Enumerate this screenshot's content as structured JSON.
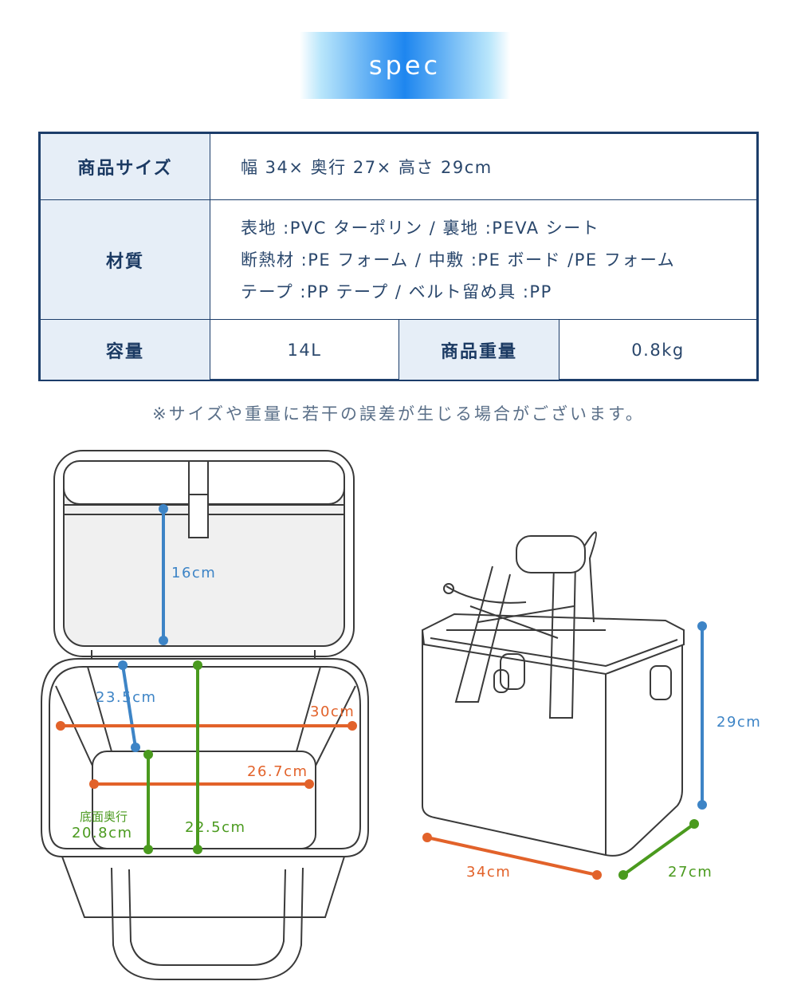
{
  "spec_title": "spec",
  "table": {
    "size_label": "商品サイズ",
    "size_value": "幅 34× 奥行 27× 高さ 29cm",
    "material_label": "材質",
    "material_lines": [
      "表地 :PVC ターポリン / 裏地 :PEVA シート",
      "断熱材 :PE フォーム / 中敷 :PE ボード /PE フォーム",
      "テープ :PP テープ / ベルト留め具 :PP"
    ],
    "capacity_label": "容量",
    "capacity_value": "14L",
    "weight_label": "商品重量",
    "weight_value": "0.8kg"
  },
  "note": "※サイズや重量に若干の誤差が生じる場合がございます。",
  "dimensions": {
    "lid_depth": "16cm",
    "top_depth": "23.5cm",
    "top_width": "30cm",
    "bottom_width": "26.7cm",
    "bottom_depth_label": "底面奥行",
    "bottom_depth": "20.8cm",
    "inner_height": "22.5cm",
    "height": "29cm",
    "width": "34cm",
    "depth": "27cm"
  },
  "colors": {
    "blue": "#3d84c6",
    "orange": "#e2622a",
    "green": "#4a9a1e",
    "line": "#3a3a3a"
  }
}
